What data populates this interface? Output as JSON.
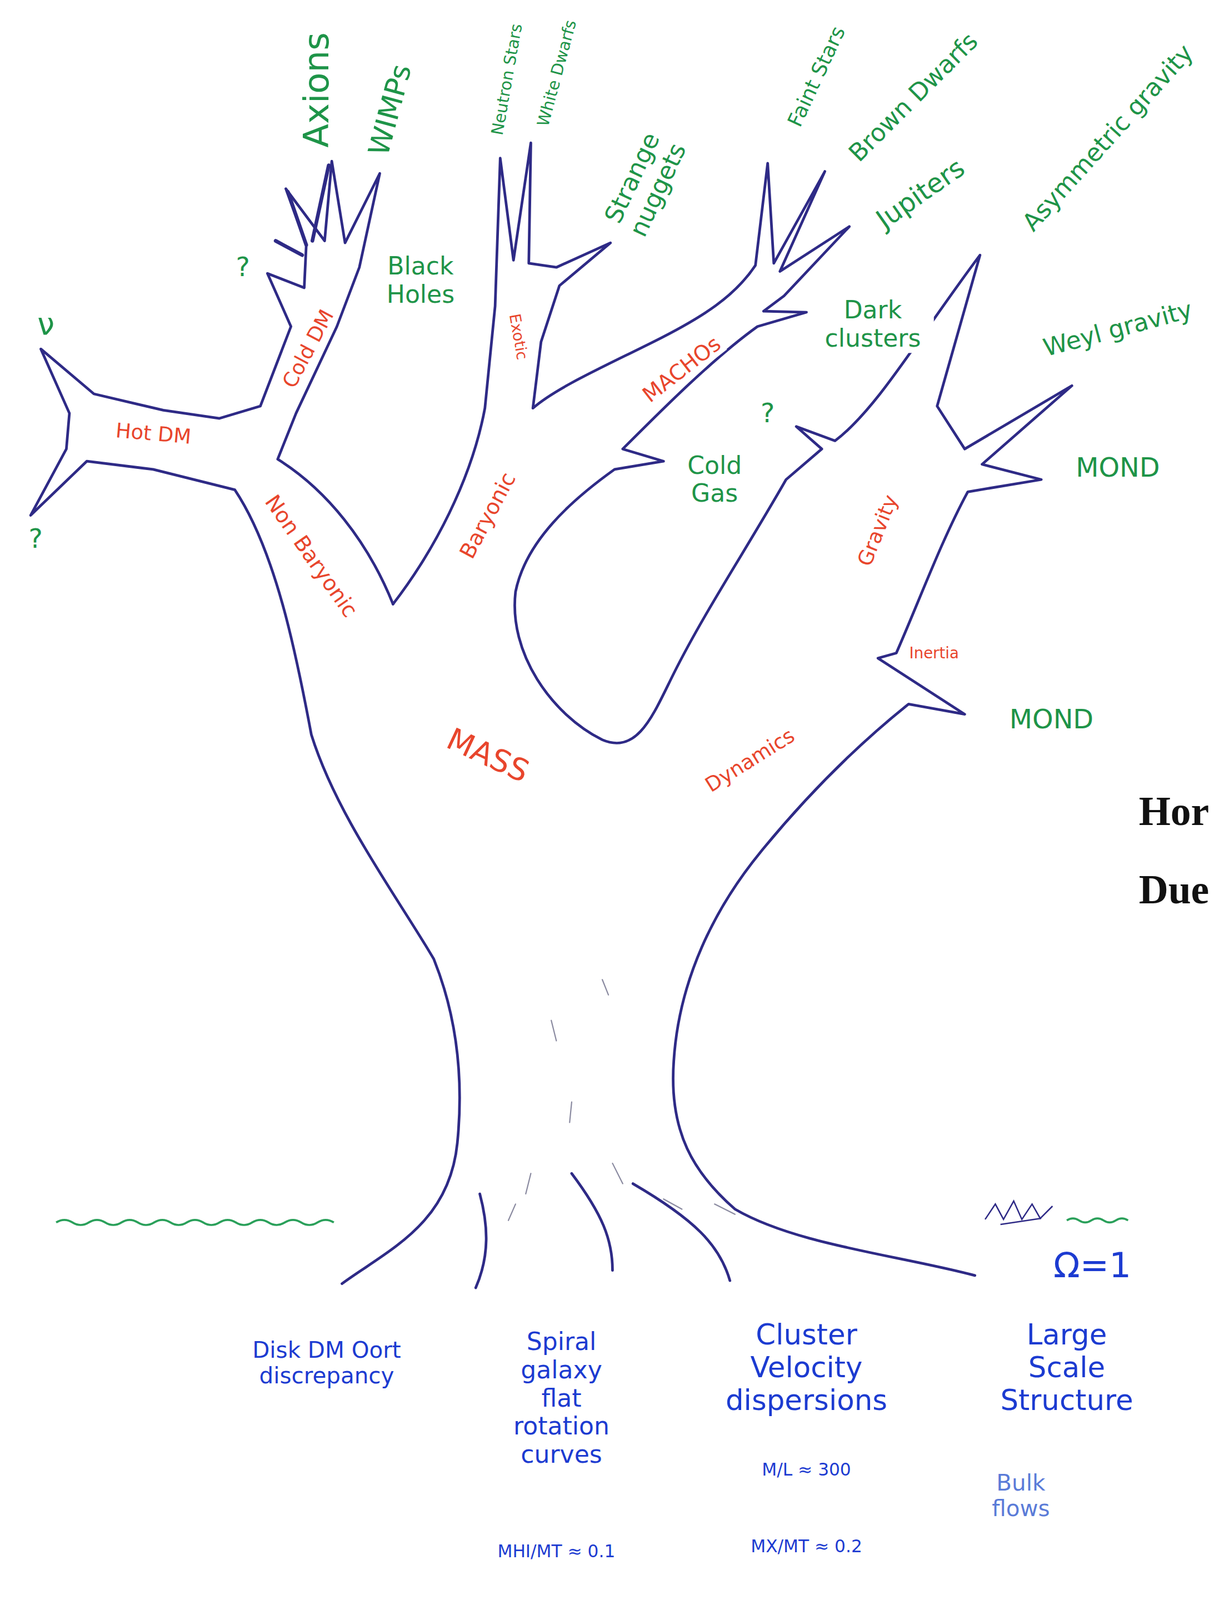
{
  "diagram": {
    "labels": [
      "Axions",
      "WIMPs",
      "Neutron Stars",
      "White Dwarfs",
      "Strange nuggets",
      "Faint Stars",
      "Brown Dwarfs",
      "Jupiters",
      "Asymmetric gravity",
      "?",
      "ν",
      "?",
      "Black Holes",
      "Dark clusters",
      "?",
      "Weyl gravity",
      "MOND",
      "Cold Gas",
      "MOND",
      "Hot DM",
      "Cold DM",
      "Exotic",
      "MACHOs",
      "Non Baryonic",
      "Baryonic",
      "Gravity",
      "Inertia",
      "MASS",
      "Dynamics",
      "Disk DM Oort discrepancy",
      "Spiral galaxy flat rotation curves",
      "MHI/MT ≈ 0.1",
      "Cluster Velocity dispersions",
      "M/L ≈ 300",
      "MX/MT ≈ 0.2",
      "Ω=1",
      "Large Scale Structure",
      "Bulk flows",
      "Hor",
      "Due"
    ]
  }
}
